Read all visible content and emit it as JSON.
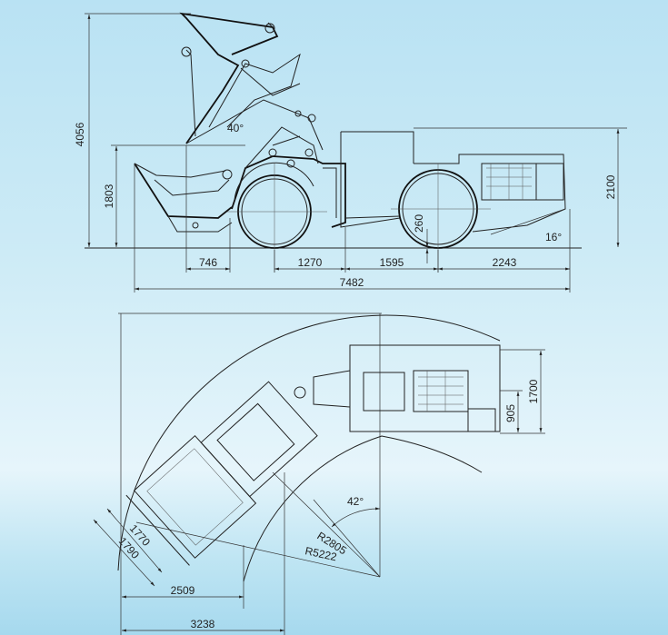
{
  "side_view": {
    "overall_height": "4056",
    "bucket_height": "1803",
    "dump_angle": "40°",
    "bucket_reach": "746",
    "front_axle_offset": "1270",
    "wheelbase_half": "1595",
    "rear_length": "2243",
    "overall_length": "7482",
    "ground_clearance": "260",
    "body_height": "2100",
    "departure_angle": "16°"
  },
  "top_view": {
    "overall_width": "1700",
    "half_width": "905",
    "articulation_angle": "42°",
    "inner_radius": "R2805",
    "outer_radius": "R5222",
    "bucket_width": "1770",
    "bucket_outer_width": "1790",
    "inner_turn_offset": "2509",
    "outer_turn_offset": "3238"
  }
}
